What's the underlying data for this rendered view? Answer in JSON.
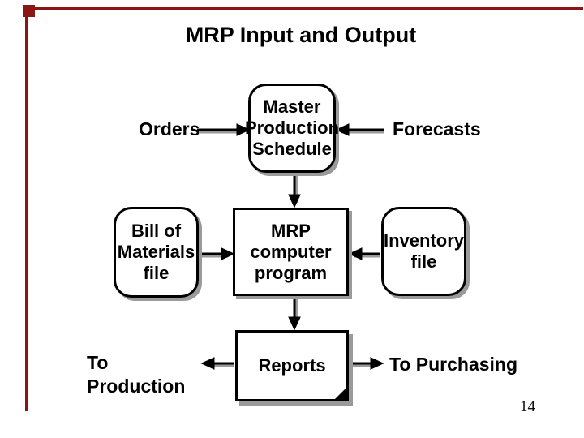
{
  "title": "MRP Input and Output",
  "page_number": "14",
  "colors": {
    "ink": "#000000",
    "shadow": "#9a9a9a",
    "frame": "#8b1414",
    "background": "#ffffff"
  },
  "labels": {
    "orders": "Orders",
    "forecasts": "Forecasts",
    "to_production": "To\nProduction",
    "to_purchasing": "To Purchasing"
  },
  "boxes": {
    "mps": {
      "label": "Master\nProduction\nSchedule",
      "shape": "rounded-rectangle"
    },
    "bom": {
      "label": "Bill of\nMaterials\nfile",
      "shape": "rounded-rectangle"
    },
    "mrp": {
      "label": "MRP\ncomputer\nprogram",
      "shape": "rectangle"
    },
    "inventory": {
      "label": "Inventory\nfile",
      "shape": "rounded-rectangle"
    },
    "reports": {
      "label": "Reports",
      "shape": "document-with-fold"
    }
  },
  "arrows": [
    {
      "from": "orders-label",
      "to": "mps-box",
      "direction": "right"
    },
    {
      "from": "forecasts-label",
      "to": "mps-box",
      "direction": "left"
    },
    {
      "from": "mps-box",
      "to": "mrp-box",
      "direction": "down"
    },
    {
      "from": "bom-box",
      "to": "mrp-box",
      "direction": "right"
    },
    {
      "from": "inventory-box",
      "to": "mrp-box",
      "direction": "left"
    },
    {
      "from": "mrp-box",
      "to": "reports-box",
      "direction": "down"
    },
    {
      "from": "reports-box",
      "to": "to-production-label",
      "direction": "left"
    },
    {
      "from": "reports-box",
      "to": "to-purchasing-label",
      "direction": "right"
    }
  ]
}
